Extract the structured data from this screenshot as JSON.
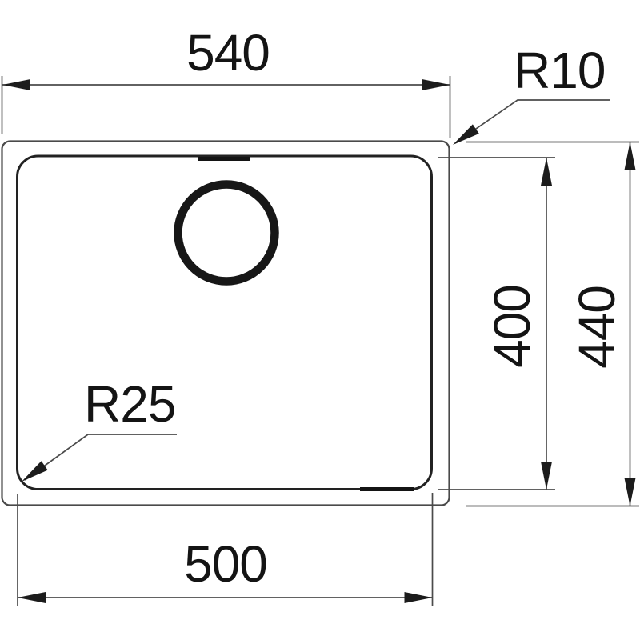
{
  "drawing": {
    "kind": "technical-dimension-drawing",
    "subject": "sink-bowl-top-view",
    "colors": {
      "background": "#ffffff",
      "outline_outer": "#4a4a4a",
      "outline_inner": "#222222",
      "dimension_lines": "#4b4b4b",
      "arrowheads": "#1c1c1c",
      "label_text": "#141414"
    },
    "labels": {
      "top_width": "540",
      "outer_corner_radius": "R10",
      "bowl_depth": "400",
      "outer_depth": "440",
      "bowl_corner_radius": "R25",
      "bowl_width": "500"
    }
  }
}
